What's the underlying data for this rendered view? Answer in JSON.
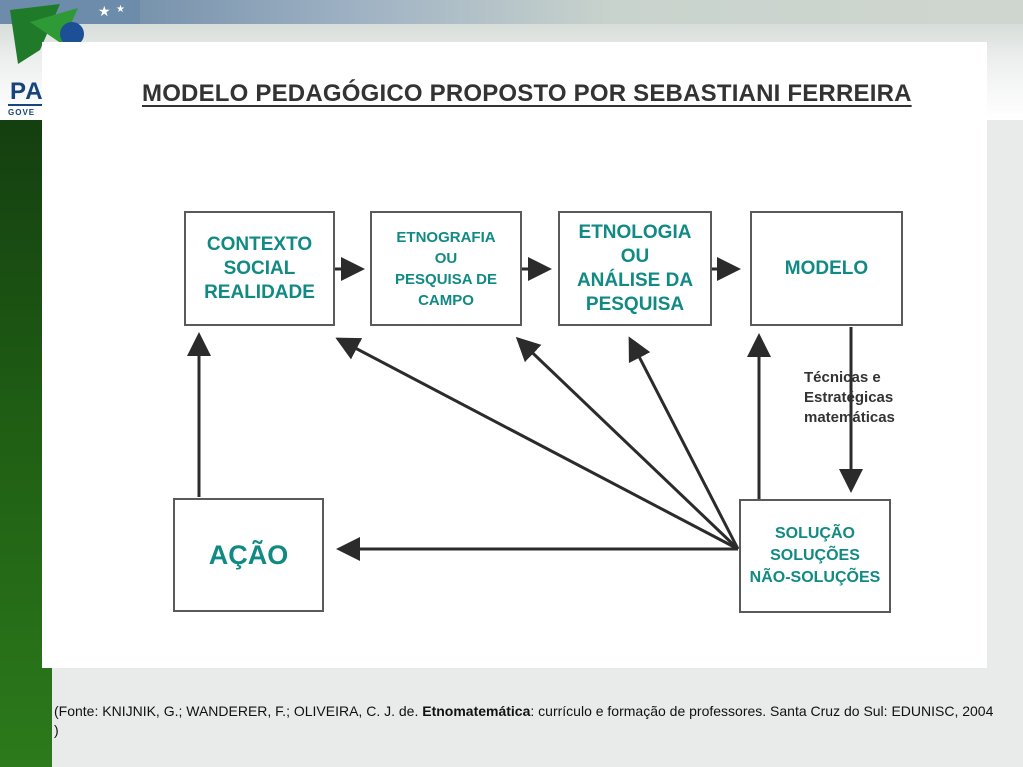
{
  "header": {
    "logo_text": "PA",
    "logo_subtext": "GOVE"
  },
  "diagram": {
    "title": "MODELO PEDAGÓGICO PROPOSTO POR SEBASTIANI FERREIRA",
    "nodes": {
      "contexto": "CONTEXTO\nSOCIAL\nREALIDADE",
      "etnografia": "ETNOGRAFIA\nOU\nPESQUISA DE\nCAMPO",
      "etnologia": "ETNOLOGIA\nOU\nANÁLISE DA\nPESQUISA",
      "modelo": "MODELO",
      "acao": "AÇÃO",
      "solucao": "SOLUÇÃO\nSOLUÇÕES\nNÃO-SOLUÇÕES"
    },
    "edge_label": "Técnicas e\nEstratégicas\nmatemáticas",
    "colors": {
      "node_text": "#118a84",
      "line": "#2b2b2b"
    }
  },
  "source": {
    "prefix": "(Fonte: KNIJNIK, G.; WANDERER, F.; OLIVEIRA, C. J. de. ",
    "bold": "Etnomatemática",
    "suffix": ": currículo e formação de professores. Santa Cruz do Sul: EDUNISC, 2004 )"
  }
}
